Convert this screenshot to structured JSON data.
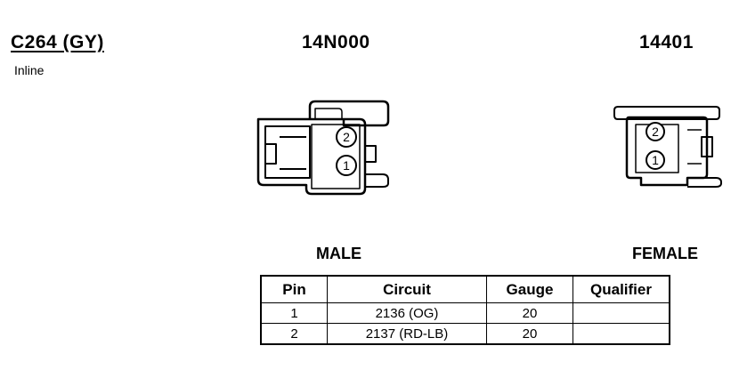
{
  "connector": {
    "id": "C264 (GY)",
    "location": "Inline"
  },
  "male_side": {
    "part_number": "14N000",
    "label": "MALE",
    "pins": [
      "2",
      "1"
    ]
  },
  "female_side": {
    "part_number": "14401",
    "label": "FEMALE",
    "pins": [
      "2",
      "1"
    ]
  },
  "pin_table": {
    "headers": [
      "Pin",
      "Circuit",
      "Gauge",
      "Qualifier"
    ],
    "rows": [
      {
        "pin": "1",
        "circuit": "2136 (OG)",
        "gauge": "20",
        "qualifier": ""
      },
      {
        "pin": "2",
        "circuit": "2137 (RD-LB)",
        "gauge": "20",
        "qualifier": ""
      }
    ]
  }
}
